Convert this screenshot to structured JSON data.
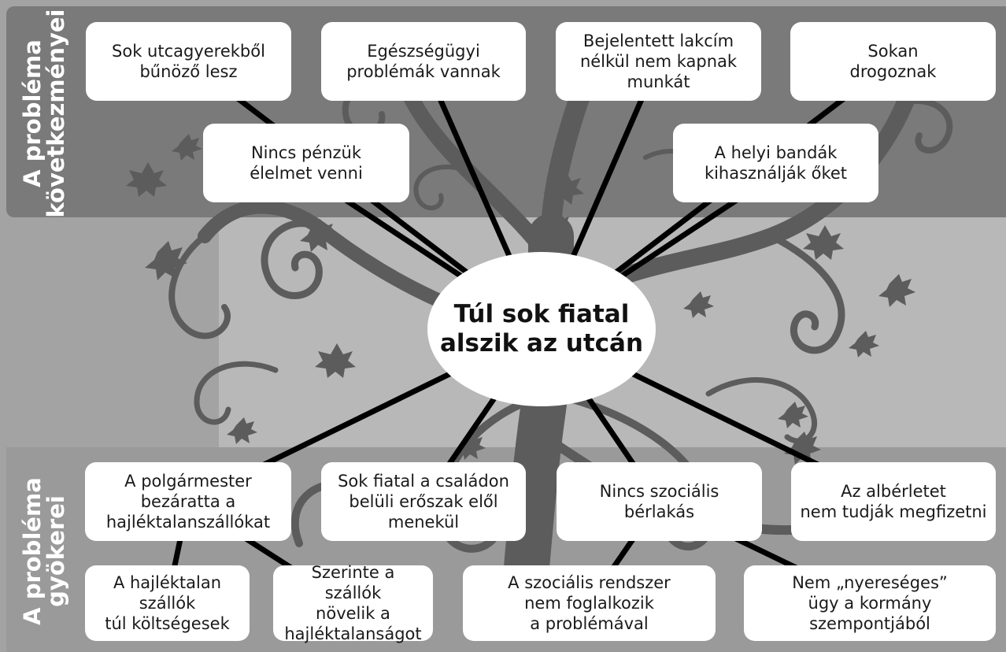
{
  "side_labels": {
    "effects": "A probléma\nkövetkezményei",
    "roots": "A probléma\ngyökerei"
  },
  "center": {
    "text": "Túl sok fiatal\nalszik az utcán"
  },
  "effects": [
    {
      "id": "e1",
      "text": "Sok utcagyerekből\nbűnöző lesz"
    },
    {
      "id": "e2",
      "text": "Egészségügyi\nproblémák vannak"
    },
    {
      "id": "e3",
      "text": "Bejelentett lakcím\nnélkül nem kapnak\nmunkát"
    },
    {
      "id": "e4",
      "text": "Sokan\ndrogoznak"
    },
    {
      "id": "e5",
      "text": "Nincs pénzük\nélelmet venni"
    },
    {
      "id": "e6",
      "text": "A helyi bandák\nkihasználják őket"
    }
  ],
  "roots": [
    {
      "id": "r1",
      "text": "A polgármester\nbezáratta a\nhajléktalanszállókat"
    },
    {
      "id": "r2",
      "text": "Sok fiatal a családon\nbelüli erőszak elől\nmenekül"
    },
    {
      "id": "r3",
      "text": "Nincs szociális\nbérlakás"
    },
    {
      "id": "r4",
      "text": "Az albérletet\nnem tudják megfizetni"
    },
    {
      "id": "r5",
      "text": "A hajléktalan\nszállók\ntúl költségesek"
    },
    {
      "id": "r6",
      "text": "Szerinte a szállók\nnövelik a\nhajléktalanságot"
    },
    {
      "id": "r7",
      "text": "A szociális rendszer\nnem foglalkozik\na problémával"
    },
    {
      "id": "r8",
      "text": "Nem „nyereséges”\nügy a kormány\nszempontjából"
    }
  ],
  "colors": {
    "background": "#a3a3a3",
    "effects_band": "#7a7a7a",
    "roots_band": "#9a9a9a",
    "tree": "#5c5c5c",
    "connector": "#000000",
    "box": "#ffffff"
  }
}
